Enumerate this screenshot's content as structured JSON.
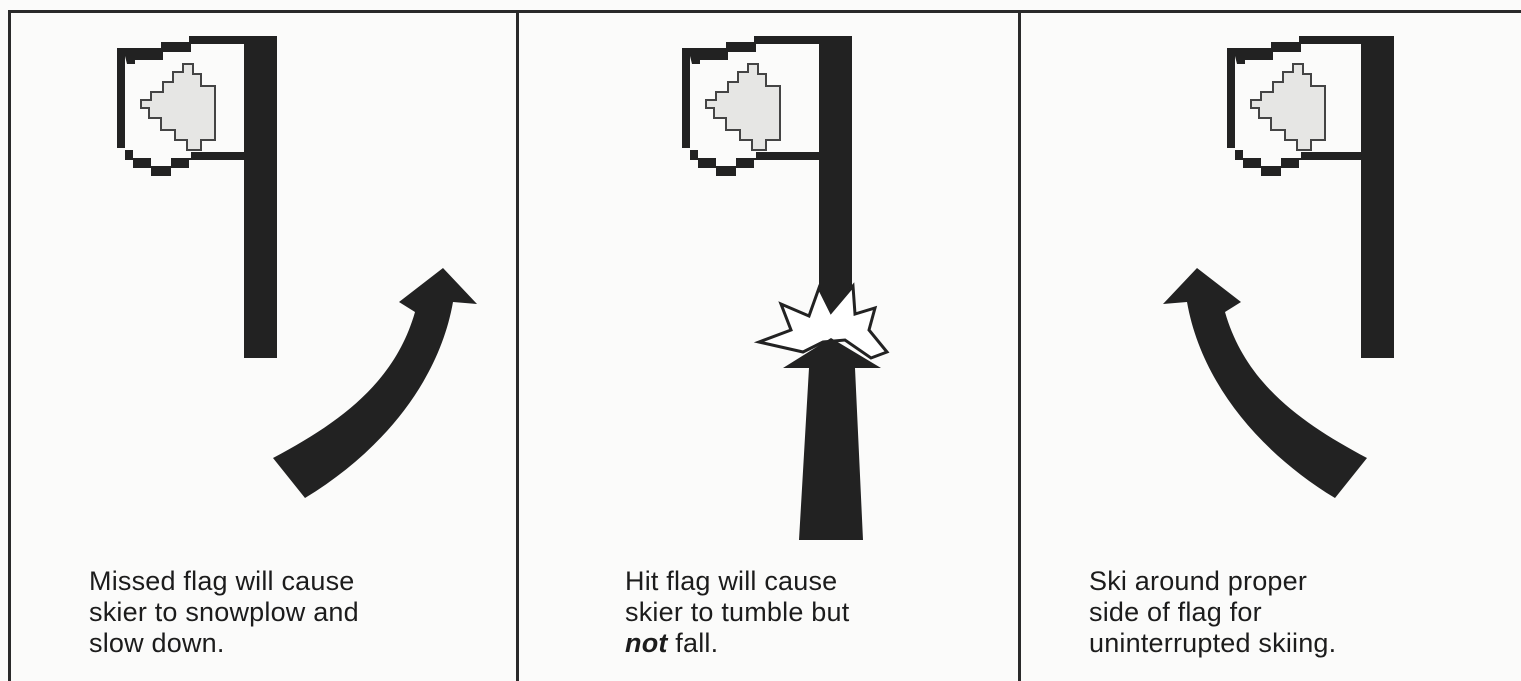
{
  "panels": [
    {
      "caption": [
        "Missed flag will cause",
        "skier to snowplow and",
        "slow down."
      ]
    },
    {
      "caption_line1": "Hit flag will cause",
      "caption_line2": "skier to tumble but",
      "caption_emph": "not",
      "caption_line3_rest": " fall."
    },
    {
      "caption": [
        "Ski around proper",
        "side of flag for",
        "uninterrupted skiing."
      ]
    }
  ],
  "colors": {
    "ink": "#222222",
    "flag_fill": "#e6e6e4",
    "paper": "#fbfbfa"
  },
  "icons": [
    "flag-icon",
    "curved-arrow-right-icon",
    "straight-arrow-up-icon",
    "collision-burst-icon",
    "curved-arrow-left-icon"
  ]
}
